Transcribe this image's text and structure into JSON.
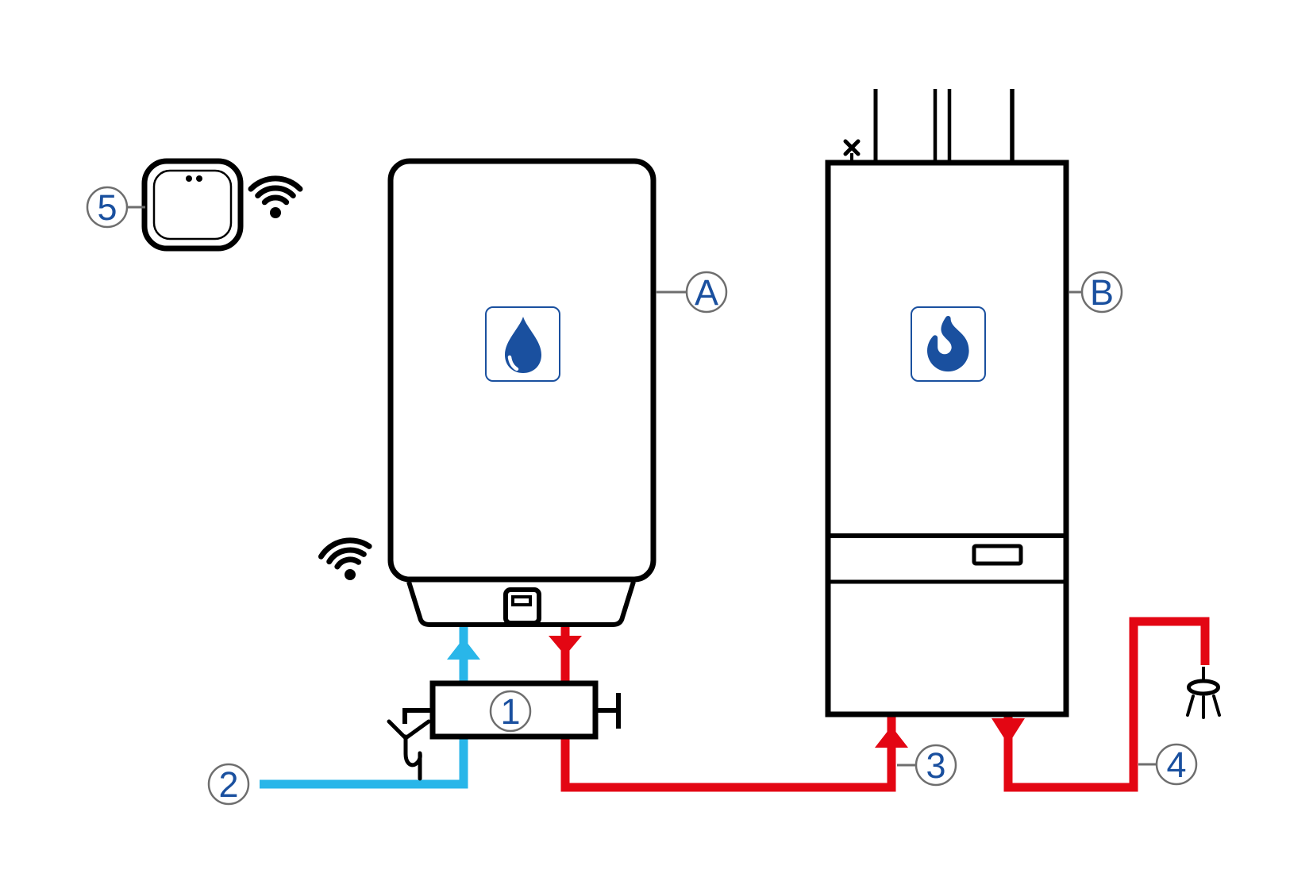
{
  "labels": {
    "five": "5",
    "a": "A",
    "b": "B",
    "one": "1",
    "two": "2",
    "three": "3",
    "four": "4"
  },
  "colors": {
    "outline": "#000000",
    "accent-blue": "#1a509f",
    "cold-pipe": "#29b6e9",
    "hot-pipe": "#e30613",
    "callout-gray": "#6e6e6e",
    "background": "#ffffff"
  },
  "icons": {
    "gateway_wifi": "wifi-icon",
    "tank_wifi": "wifi-icon",
    "tank_symbol": "water-drop-icon",
    "boiler_symbol": "flame-icon",
    "tap_symbol": "shower-head-icon",
    "discharge_symbol": "drain-siphon-icon",
    "flue_mark": "x-mark-icon"
  }
}
